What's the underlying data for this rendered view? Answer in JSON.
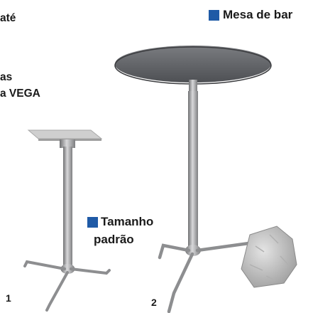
{
  "fragments": {
    "line1": "até",
    "line2": "as",
    "line3": "a VEGA"
  },
  "labels": {
    "bar_table": "Mesa de bar",
    "standard_size_line1": "Tamanho",
    "standard_size_line2": "padrão"
  },
  "numbers": {
    "item1": "1",
    "item2": "2"
  },
  "colors": {
    "marker": "#1f5aa6",
    "text": "#1a1a1a",
    "metal": "#9a9a9c",
    "tabletop": "#5e6063"
  }
}
